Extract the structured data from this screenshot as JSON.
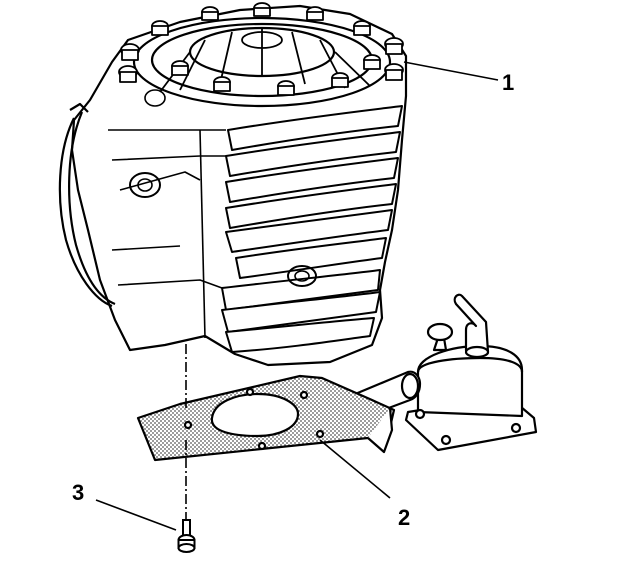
{
  "diagram": {
    "callouts": [
      {
        "number": "1",
        "target": "cylinder-assembly"
      },
      {
        "number": "2",
        "target": "mounting-gasket"
      },
      {
        "number": "3",
        "target": "bolt"
      }
    ],
    "colors": {
      "line": "#000000",
      "background": "#ffffff",
      "gasket_fill": "#9a9a9a"
    }
  }
}
